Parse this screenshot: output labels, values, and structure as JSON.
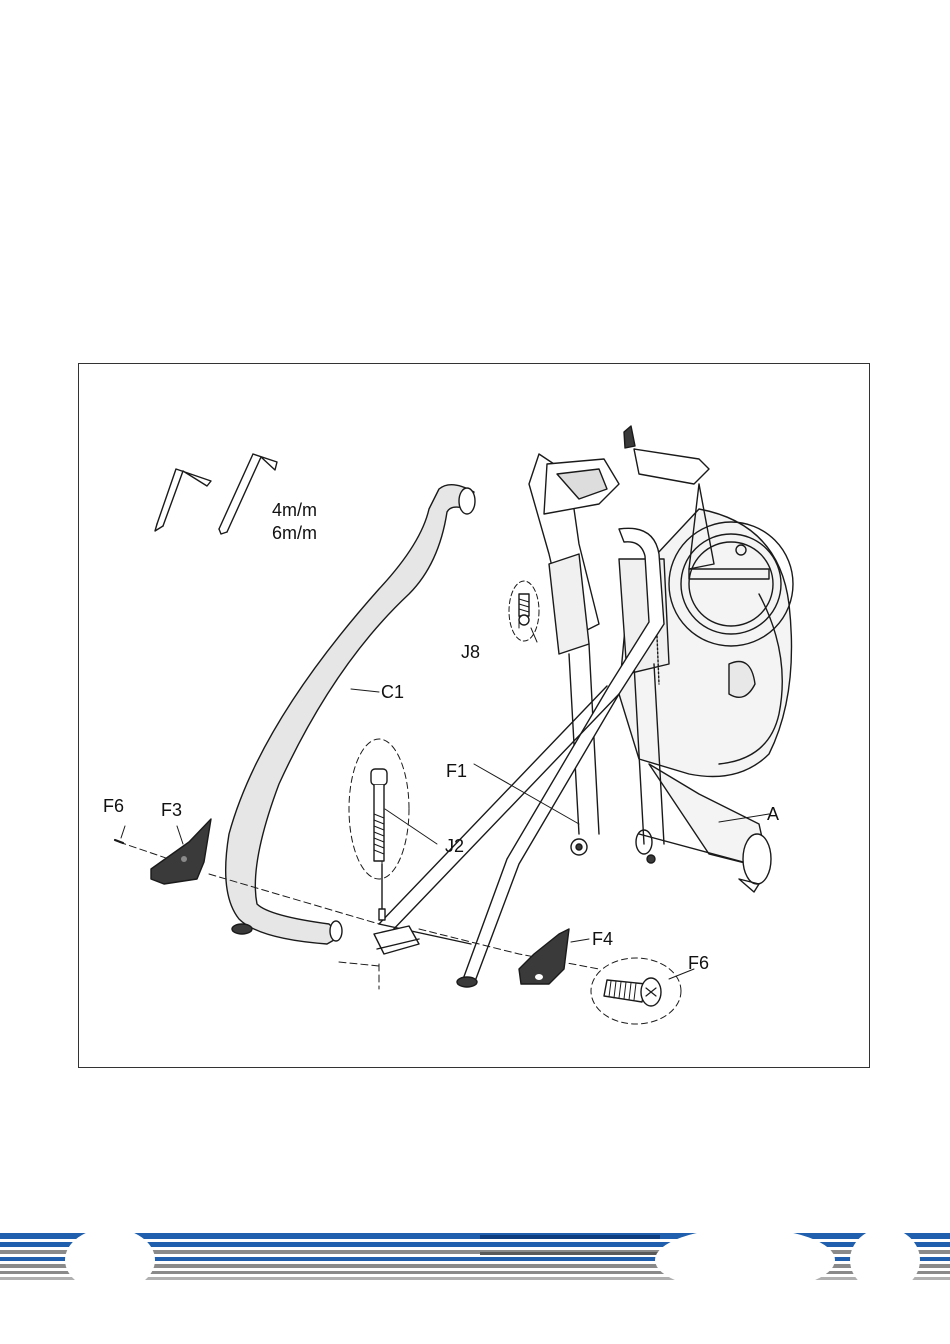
{
  "figure": {
    "tool_sizes": [
      "4m/m",
      "6m/m"
    ],
    "part_labels": {
      "c1": "C1",
      "j8": "J8",
      "f1": "F1",
      "a": "A",
      "j2": "J2",
      "f6_left": "F6",
      "f3": "F3",
      "f4": "F4",
      "f6_right": "F6"
    }
  },
  "colors": {
    "line": "#1a1a1a",
    "dark_part": "#3a3a3a",
    "tube_fill": "#e6e6e6",
    "footer_blue": "#1f5fae",
    "footer_gray": "#8a8a8a"
  }
}
